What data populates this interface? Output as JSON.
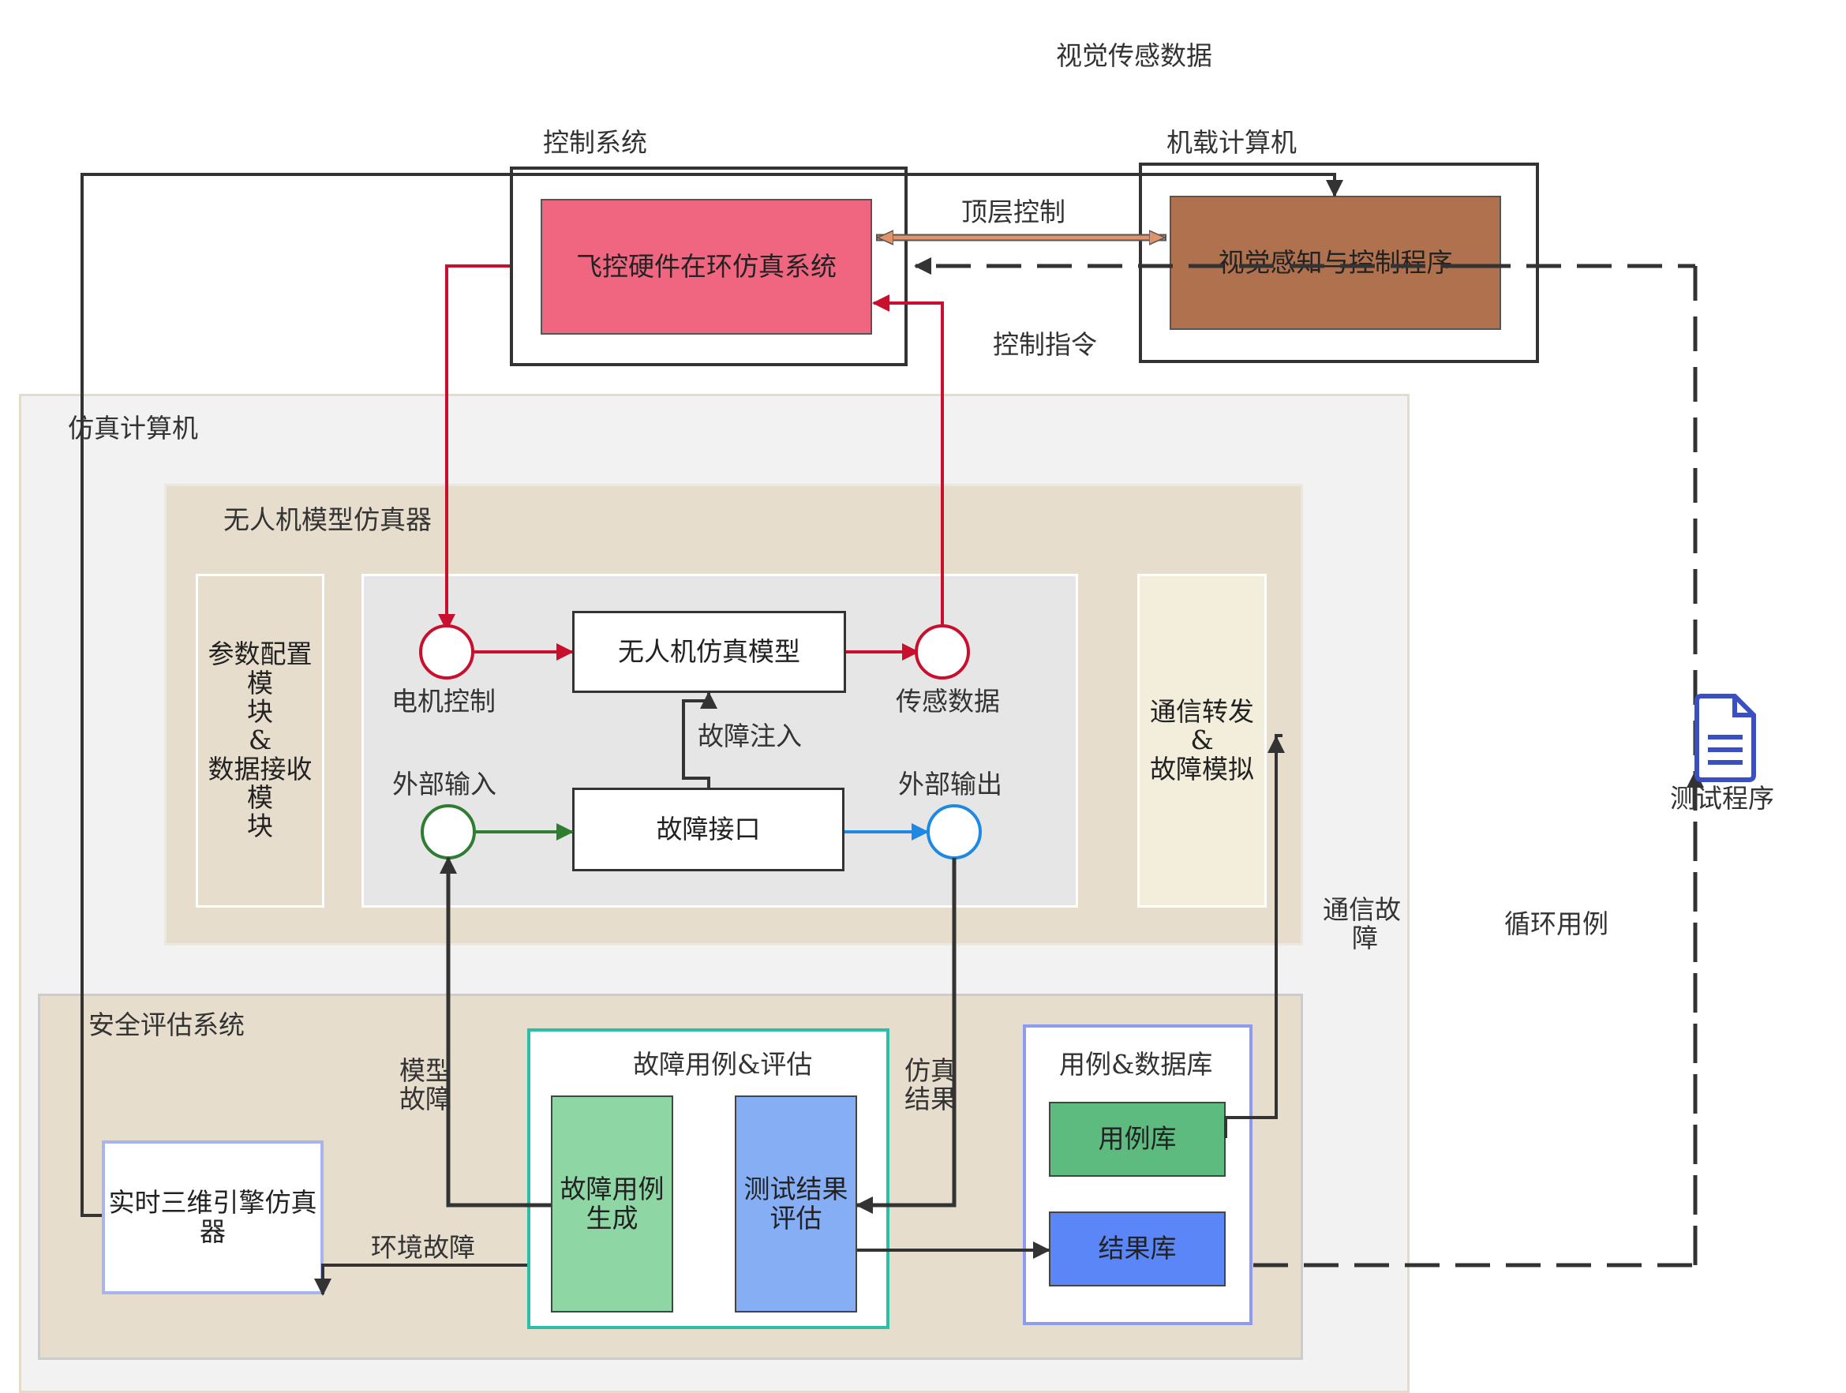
{
  "labels": {
    "visual_sensor_data": "视觉传感数据",
    "control_system": "控制系统",
    "onboard_computer": "机载计算机",
    "top_control": "顶层控制",
    "control_command": "控制指令",
    "sim_computer": "仿真计算机",
    "uav_model_simulator": "无人机模型仿真器",
    "motor_control": "电机控制",
    "sensor_data": "传感数据",
    "fault_injection": "故障注入",
    "external_input": "外部输入",
    "external_output": "外部输出",
    "comm_fault_1": "通信故",
    "comm_fault_2": "障",
    "loop_cases": "循环用例",
    "test_program": "测试程序",
    "safety_eval_system": "安全评估系统",
    "model_fault_1": "模型",
    "model_fault_2": "故障",
    "sim_result_1": "仿真",
    "sim_result_2": "结果",
    "env_fault": "环境故障",
    "fault_case_eval": "故障用例&评估",
    "case_db": "用例&数据库"
  },
  "nodes": {
    "fc_hil": "飞控硬件在环仿真系统",
    "vision_program": "视觉感知与控制程序",
    "uav_sim_model": "无人机仿真模型",
    "fault_interface": "故障接口",
    "param_module": [
      "参数配置模",
      "块",
      "&",
      "数据接收模",
      "块"
    ],
    "comm_forward": [
      "通信转发",
      "&",
      "故障模拟"
    ],
    "engine_3d": [
      "实时三维引擎仿真",
      "器"
    ],
    "fault_case_gen": [
      "故障用例",
      "生成"
    ],
    "test_result_eval": [
      "测试结果",
      "评估"
    ],
    "case_lib": "用例库",
    "result_lib": "结果库"
  },
  "colors": {
    "red_arrow": "#c8102e",
    "green_arrow": "#2e7d32",
    "blue_arrow": "#1e88e5",
    "fc_hil_fill": "#f06680",
    "vision_fill": "#b0714e",
    "sim_computer_fill": "#f2f2f2",
    "uav_sim_fill": "#e8ded0",
    "case_lib_fill": "#5dbb7f",
    "result_lib_fill": "#5b86f7",
    "fault_gen_fill": "#8fd6a5",
    "test_eval_fill": "#86aef5",
    "comm_fill": "#f3eedc"
  },
  "icons": {
    "document": "document-icon"
  }
}
